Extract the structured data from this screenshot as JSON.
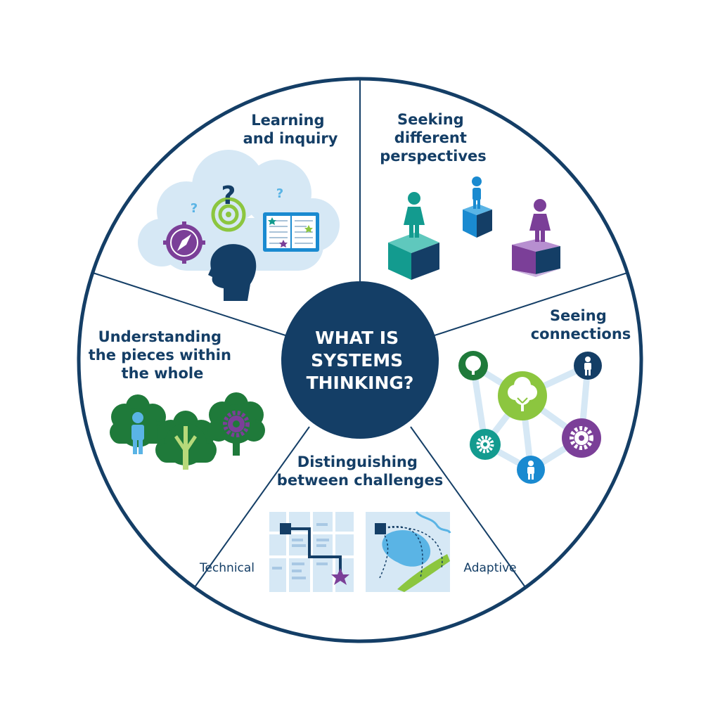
{
  "center": {
    "lines": [
      "WHAT IS",
      "SYSTEMS",
      "THINKING?"
    ]
  },
  "segments": {
    "learning": {
      "lines": [
        "Learning",
        "and inquiry"
      ]
    },
    "perspectives": {
      "lines": [
        "Seeking",
        "different",
        "perspectives"
      ]
    },
    "connections": {
      "lines": [
        "Seeing",
        "connections"
      ]
    },
    "challenges": {
      "lines": [
        "Distinguishing",
        "between challenges"
      ],
      "technical": "Technical",
      "adaptive": "Adaptive"
    },
    "pieces": {
      "lines": [
        "Understanding",
        "the pieces within",
        "the whole"
      ]
    }
  },
  "colors": {
    "navy": "#143e66",
    "teal": "#139b8f",
    "blue": "#1a8ad0",
    "purple": "#7b3f98",
    "green": "#1f7a3a",
    "lime": "#8cc63f",
    "light_blue": "#d6e8f5"
  },
  "icons": [
    "cloud-icon",
    "compass-icon",
    "target-question-icon",
    "book-icon",
    "head-silhouette-icon",
    "person-on-cube-icon",
    "tree-icon",
    "gear-icon",
    "person-icon",
    "map-icon",
    "star-icon"
  ]
}
